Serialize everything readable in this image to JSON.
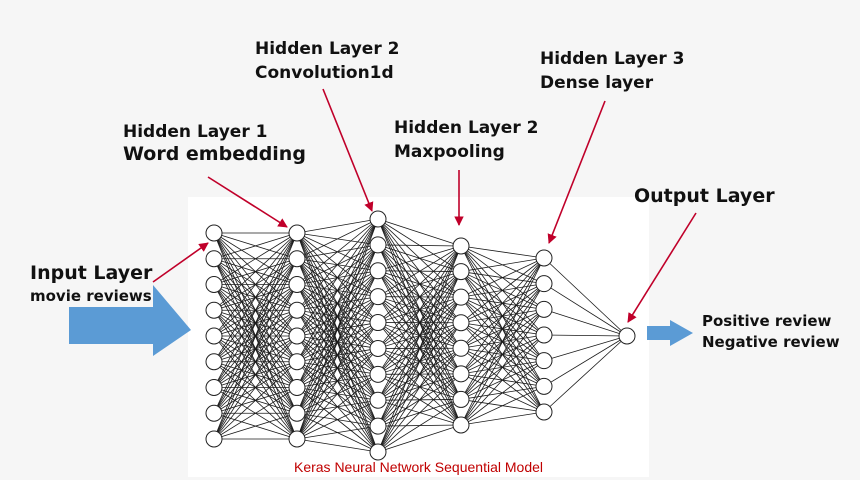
{
  "labels": {
    "hidden1": {
      "title": "Hidden Layer 1",
      "subtitle": "Word embedding"
    },
    "hidden2_conv": {
      "title": "Hidden Layer 2",
      "subtitle": "Convolution1d"
    },
    "hidden2_pool": {
      "title": "Hidden Layer 2",
      "subtitle": "Maxpooling"
    },
    "hidden3": {
      "title": "Hidden Layer 3",
      "subtitle": "Dense layer"
    },
    "output": {
      "title": "Output Layer"
    },
    "input": {
      "title": "Input Layer",
      "subtitle": "movie reviews"
    },
    "result": {
      "line1": "Positive review",
      "line2": "Negative review"
    }
  },
  "caption": "Keras Neural Network Sequential Model",
  "network": {
    "layers": [
      {
        "name": "input",
        "nodes": 9
      },
      {
        "name": "word-embedding",
        "nodes": 9
      },
      {
        "name": "convolution1d",
        "nodes": 10
      },
      {
        "name": "maxpooling",
        "nodes": 8
      },
      {
        "name": "dense",
        "nodes": 7
      },
      {
        "name": "output",
        "nodes": 1
      }
    ]
  },
  "colors": {
    "annotation_arrow": "#c0002a",
    "flow_arrow": "#5b9bd5",
    "caption": "#c00000",
    "edge": "#1a1a1a",
    "background": "#f6f6f6"
  }
}
